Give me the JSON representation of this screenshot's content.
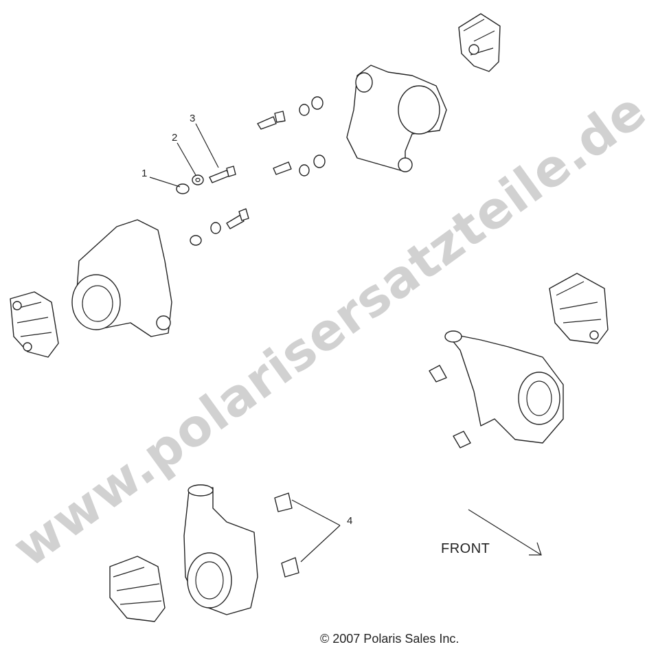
{
  "callouts": {
    "c1": "1",
    "c2": "2",
    "c3": "3",
    "c4": "4"
  },
  "front_label": "FRONT",
  "copyright": "© 2007 Polaris Sales Inc.",
  "watermark": "www.polarisersatzteile.de"
}
